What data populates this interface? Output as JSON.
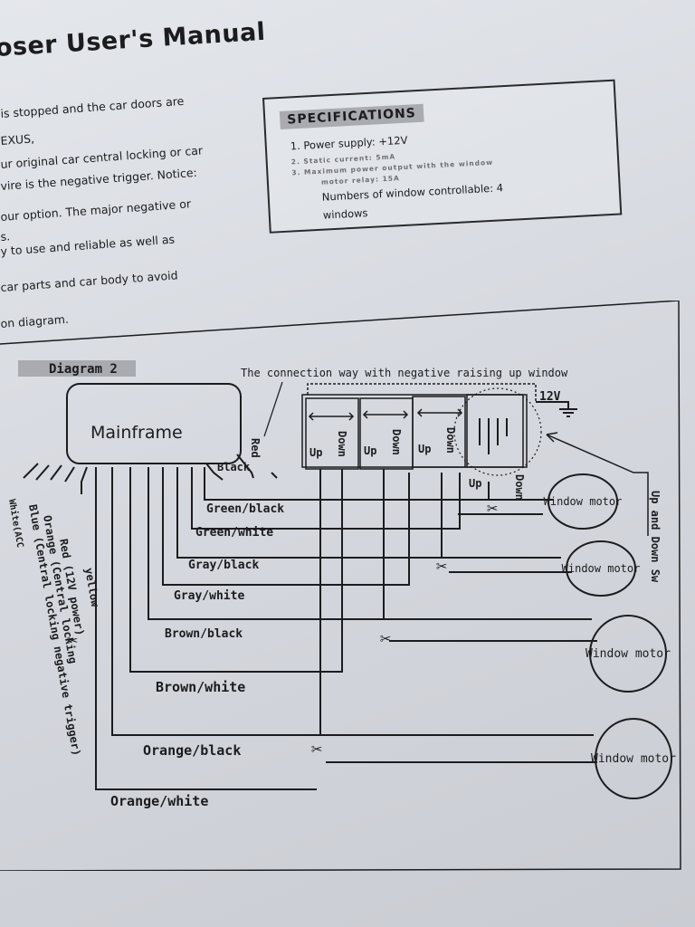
{
  "title": "oser User's Manual",
  "intro_lines": [
    "is stopped and the car doors are",
    "EXUS,",
    "ur original car central locking or car",
    "vire is the negative trigger. Notice:",
    "our option. The major negative or",
    "s.",
    "y to use and reliable as well as",
    "car parts and car body to avoid",
    "on diagram."
  ],
  "specifications": {
    "heading": "SPECIFICATIONS",
    "items": [
      "1.  Power supply: +12V",
      "2.  Static current: 5mA",
      "3.      Maximum power output with the window",
      "motor relay: 15A",
      "Numbers   of   window   controllable:  4",
      "windows"
    ]
  },
  "diagram": {
    "label": "Diagram 2",
    "caption": "The connection way with negative raising up window",
    "mainframe": "Mainframe",
    "supply_label": "12V",
    "red_label": "Red",
    "black_label": "Black",
    "switch_up": "Up",
    "switch_down": "Down",
    "side_label": "Up and Down Sw",
    "motor_label": "Window motor",
    "wires": [
      "Green/black",
      "Green/white",
      "Gray/black",
      "Gray/white",
      "Brown/black",
      "Brown/white",
      "Orange/black",
      "Orange/white"
    ],
    "left_wires": [
      "yellow",
      "Red (12V power)",
      "Orange (Central locking",
      "Blue (Central locking negative trigger)",
      "White(ACC"
    ]
  },
  "colors": {
    "ink": "#1c1c1e",
    "paper": "#d9dce1",
    "spec_heading_bg": "#a9abb0"
  }
}
